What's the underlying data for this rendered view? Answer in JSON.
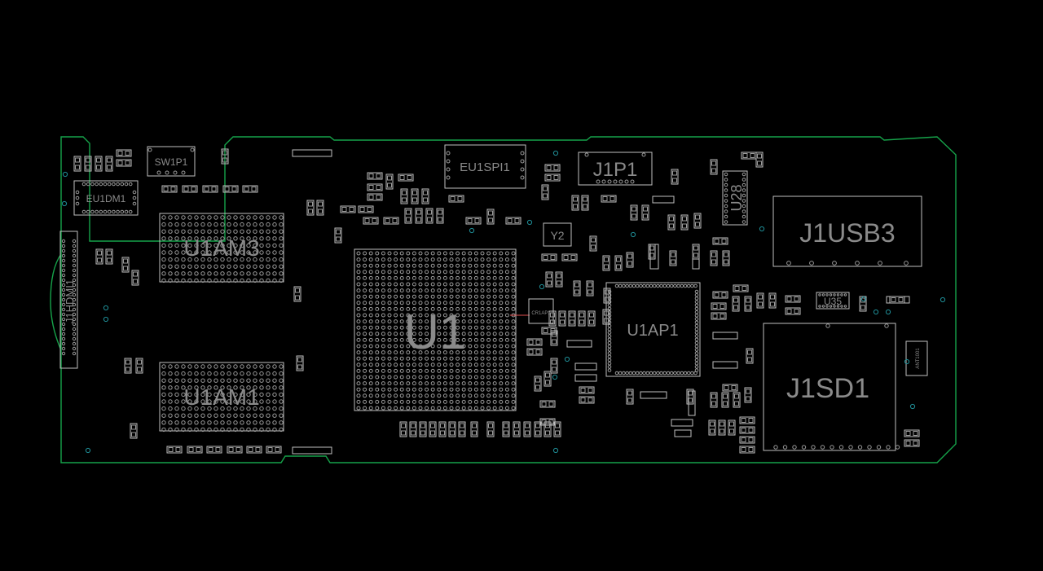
{
  "colors": {
    "background": "#000000",
    "board_outline": "#16a34a",
    "silkscreen": "#bfbfbf",
    "label": "#8a8a8a",
    "via": "#1f8f98",
    "trace": "#e05050"
  },
  "refdes": {
    "u1": "U1",
    "u1am3": "U1AM3",
    "u1am1": "U1AM1",
    "u1ap1": "U1AP1",
    "j1sd1": "J1SD1",
    "j1usb3": "J1USB3",
    "j1p1": "J1P1",
    "u28": "U28",
    "eu1spi1": "EU1SPI1",
    "sw1p1": "SW1P1",
    "eu1dm1": "EU1DM1",
    "j1hdmi1": "J1HDMI1",
    "y2": "Y2",
    "u35": "U35",
    "ant1001": "ANT1001",
    "cr1ap1": "CR1AP1"
  }
}
